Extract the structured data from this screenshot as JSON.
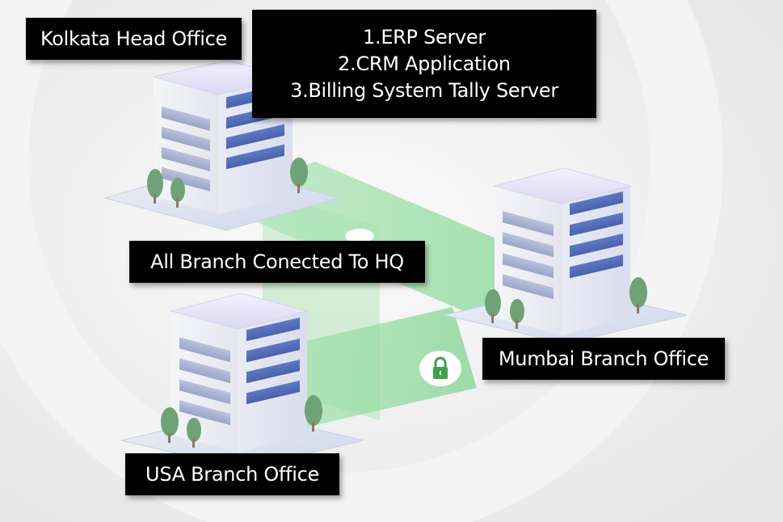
{
  "offices": {
    "kolkata": {
      "label": "Kolkata Head Office"
    },
    "mumbai": {
      "label": "Mumbai Branch Office"
    },
    "usa": {
      "label": "USA Branch Office"
    }
  },
  "hq_services": [
    "1.ERP Server",
    "2.CRM Application",
    "3.Billing System Tally Server"
  ],
  "connection_label": "All Branch Conected To HQ",
  "icons": {
    "link": "lock-icon",
    "secure_link": "lock-icon"
  },
  "colors": {
    "link": "#8fdc9c",
    "lock": "#3aa34a",
    "label_bg": "#000000",
    "label_text": "#ffffff"
  }
}
